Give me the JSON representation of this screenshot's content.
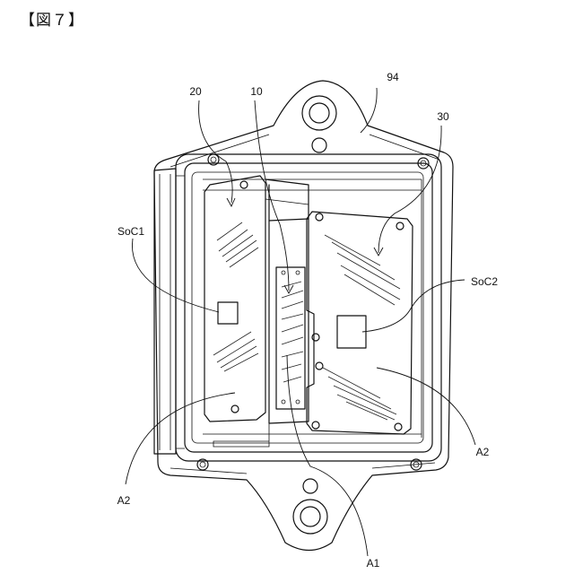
{
  "figure": {
    "title": "【図７】"
  },
  "labels": {
    "housing": "94",
    "module_left": "20",
    "chip_substrate": "10",
    "module_right": "30",
    "soc_left": "SoC1",
    "soc_right": "SoC2",
    "area_left": "A2",
    "area_right": "A2",
    "area_center": "A1"
  }
}
